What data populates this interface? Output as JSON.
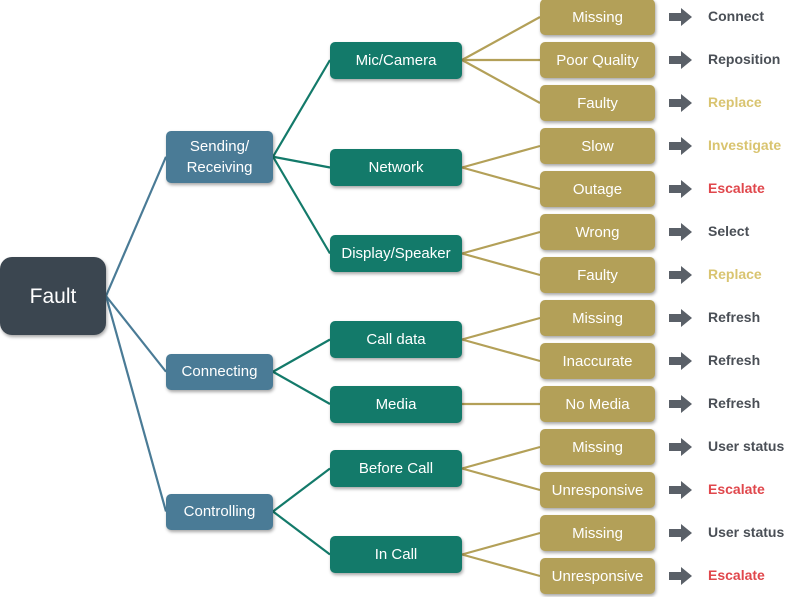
{
  "colors": {
    "root": "#3b4650",
    "level1": "#4a7b96",
    "level2": "#137a6a",
    "level3": "#b3a058",
    "line_level1": "#4a7b96",
    "line_level2": "#137a6a",
    "line_level3": "#b3a058",
    "arrow": "#5a6068",
    "action_default": "#4a4f56",
    "action_replace": "#d9c470",
    "action_escalate": "#e0474c"
  },
  "root": {
    "label": "Fault"
  },
  "categories": [
    {
      "label": "Sending/\nReceiving",
      "children": [
        {
          "label": "Mic/Camera",
          "faults": [
            {
              "label": "Missing",
              "action": "Connect",
              "tone": "default"
            },
            {
              "label": "Poor Quality",
              "action": "Reposition",
              "tone": "default"
            },
            {
              "label": "Faulty",
              "action": "Replace",
              "tone": "replace"
            }
          ]
        },
        {
          "label": "Network",
          "faults": [
            {
              "label": "Slow",
              "action": "Investigate",
              "tone": "replace"
            },
            {
              "label": "Outage",
              "action": "Escalate",
              "tone": "escalate"
            }
          ]
        },
        {
          "label": "Display/Speaker",
          "faults": [
            {
              "label": "Wrong",
              "action": "Select",
              "tone": "default"
            },
            {
              "label": "Faulty",
              "action": "Replace",
              "tone": "replace"
            }
          ]
        }
      ]
    },
    {
      "label": "Connecting",
      "children": [
        {
          "label": "Call data",
          "faults": [
            {
              "label": "Missing",
              "action": "Refresh",
              "tone": "default"
            },
            {
              "label": "Inaccurate",
              "action": "Refresh",
              "tone": "default"
            }
          ]
        },
        {
          "label": "Media",
          "faults": [
            {
              "label": "No Media",
              "action": "Refresh",
              "tone": "default"
            }
          ]
        }
      ]
    },
    {
      "label": "Controlling",
      "children": [
        {
          "label": "Before Call",
          "faults": [
            {
              "label": "Missing",
              "action": "User status",
              "tone": "default"
            },
            {
              "label": "Unresponsive",
              "action": "Escalate",
              "tone": "escalate"
            }
          ]
        },
        {
          "label": "In Call",
          "faults": [
            {
              "label": "Missing",
              "action": "User status",
              "tone": "default"
            },
            {
              "label": "Unresponsive",
              "action": "Escalate",
              "tone": "escalate"
            }
          ]
        }
      ]
    }
  ]
}
